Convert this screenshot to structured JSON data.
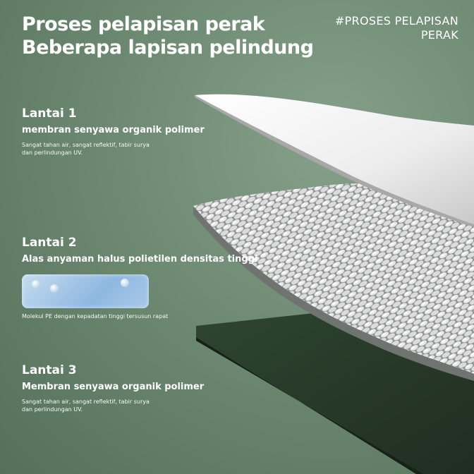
{
  "header": {
    "title_line1": "Proses pelapisan perak",
    "title_line2": "Beberapa lapisan pelindung",
    "tag_line1": "#PROSES PELAPISAN",
    "tag_line2": "PERAK"
  },
  "layers": [
    {
      "title": "Lantai 1",
      "subtitle": "membran senyawa organik polimer",
      "desc_line1": "Sangat tahan air, sangat reflektif, tabir surya",
      "desc_line2": "dan perlindungan UV."
    },
    {
      "title": "Lantai 2",
      "subtitle": "Alas anyaman halus polietilen densitas tinggi",
      "desc_line1": "Molekul PE dengan kepadatan tinggi tersusun rapat"
    },
    {
      "title": "Lantai 3",
      "subtitle": "Membran senyawa organik polimer",
      "desc_line1": "Sangat tahan air, sangat reflektif, tabir surya",
      "desc_line2": "dan perlindungan UV."
    }
  ],
  "colors": {
    "background": "#6e8a73",
    "top_sheet": "#f4f4f4",
    "mesh": "#d9d9d9",
    "bottom_sheet": "#2b3d2d",
    "fabric_swatch": "#a7c8e8"
  },
  "icons": [
    "silver-film-sheet",
    "woven-mesh-layer",
    "dark-film-sheet",
    "fabric-swatch"
  ]
}
